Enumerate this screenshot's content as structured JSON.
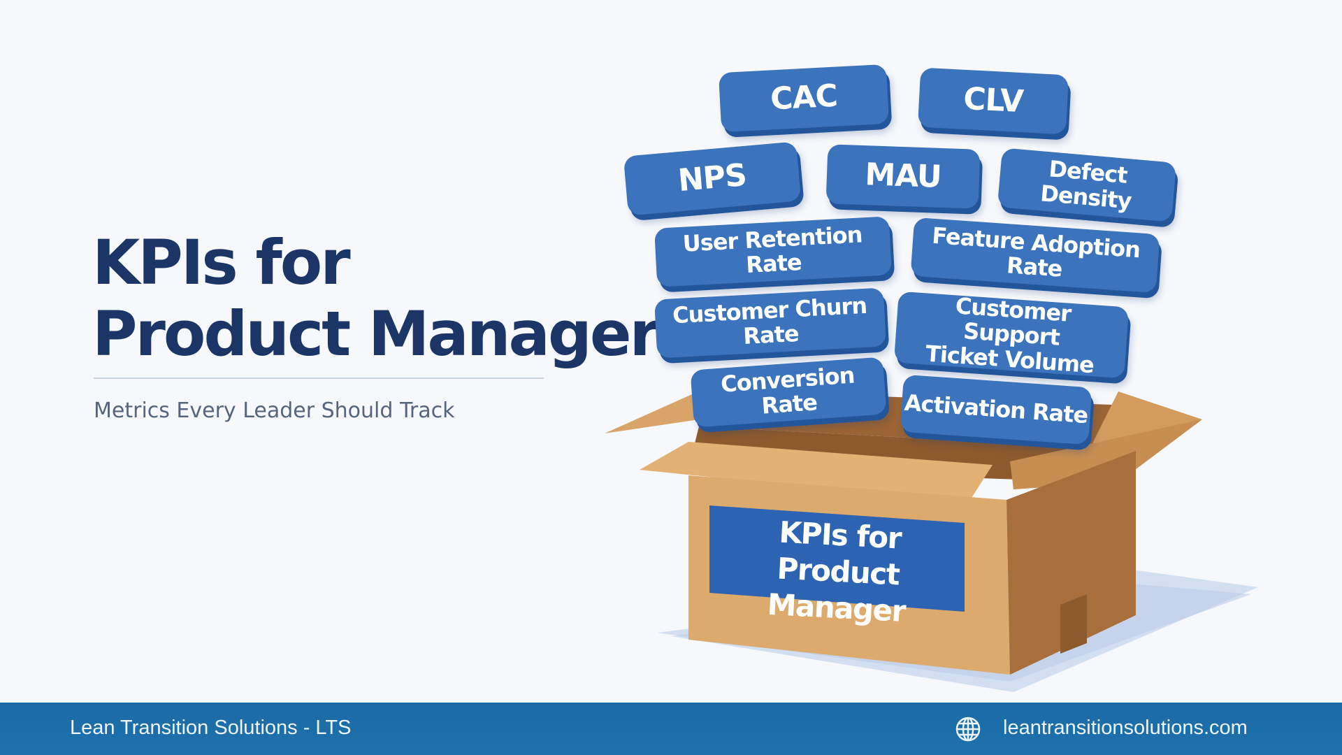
{
  "slide": {
    "title_line1": "KPIs for",
    "title_line2": "Product Manager",
    "subtitle": "Metrics Every Leader Should Track"
  },
  "kpis": [
    "CAC",
    "CLV",
    "NPS",
    "MAU",
    "Defect Density",
    "User Retention Rate",
    "Feature Adoption Rate",
    "Customer Churn Rate",
    "Customer Support Ticket Volume",
    "Conversion Rate",
    "Activation Rate"
  ],
  "box_label": {
    "line1": "KPIs for",
    "line2": "Product Manager"
  },
  "footer": {
    "company": "Lean Transition Solutions - LTS",
    "website": "leantransitionsolutions.com",
    "icon": "globe-icon"
  },
  "colors": {
    "title": "#1b3566",
    "chip": "#3b73bc",
    "chip_shadow": "#23559a",
    "footer": "#1a6aa5",
    "box": "#d9a468"
  }
}
